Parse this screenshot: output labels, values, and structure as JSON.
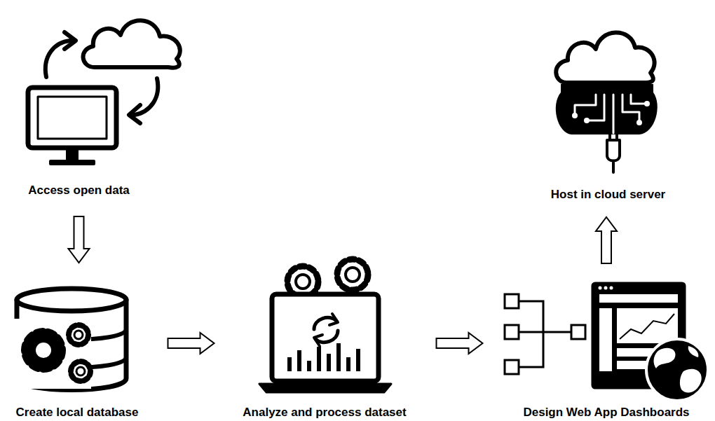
{
  "diagram": {
    "nodes": [
      {
        "text": [
          "Access open data"
        ]
      },
      {
        "text": [
          "Create local database"
        ]
      },
      {
        "text": [
          "Analyze and process dataset"
        ]
      },
      {
        "text": [
          "Design Web App Dashboards"
        ]
      },
      {
        "text": [
          "Host in cloud server"
        ]
      }
    ],
    "edges": [
      {
        "from": 0,
        "to": 1,
        "arrow": "to"
      },
      {
        "from": 1,
        "to": 2,
        "arrow": "to"
      },
      {
        "from": 2,
        "to": 3,
        "arrow": "to"
      },
      {
        "from": 3,
        "to": 4,
        "arrow": "to"
      }
    ]
  }
}
